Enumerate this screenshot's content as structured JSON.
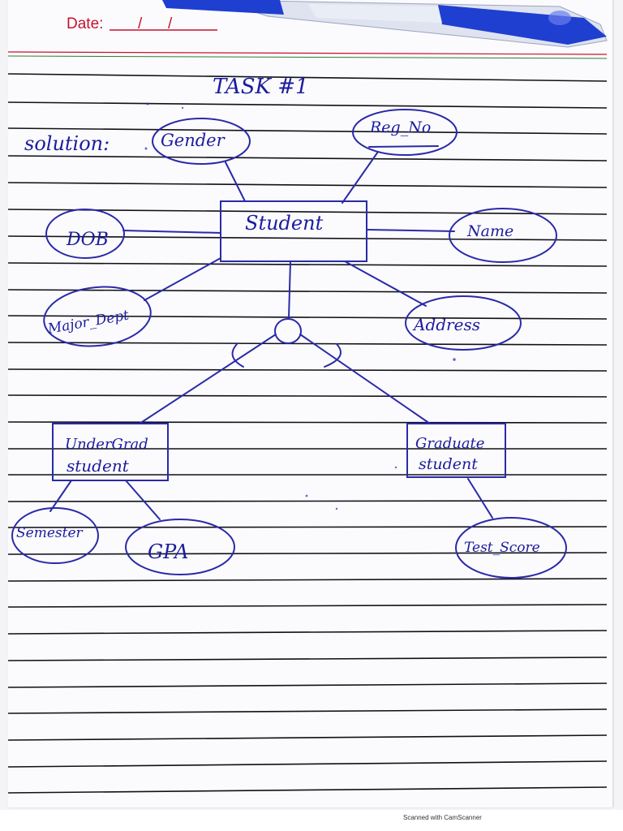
{
  "header": {
    "date_label": "Date:",
    "date_sep_1": "/",
    "date_sep_2": "/"
  },
  "title": "TASK #1",
  "solution_label": "solution:",
  "entities": {
    "student": "Student",
    "undergrad_line1": "UnderGrad",
    "undergrad_line2": "student",
    "graduate_line1": "Graduate",
    "graduate_line2": "student"
  },
  "attributes": {
    "gender": "Gender",
    "reg_no": "Reg_No",
    "dob": "DOB",
    "name": "Name",
    "major_dept": "Major_Dept",
    "address": "Address",
    "semester": "Semester",
    "gpa": "GPA",
    "test_score": "Test_Score"
  },
  "footer": {
    "scanner_text": "Scanned with CamScanner"
  },
  "colors": {
    "ink": "#2a2aa8",
    "date_red": "#c8102e",
    "pen_blue": "#1e3fd0"
  }
}
